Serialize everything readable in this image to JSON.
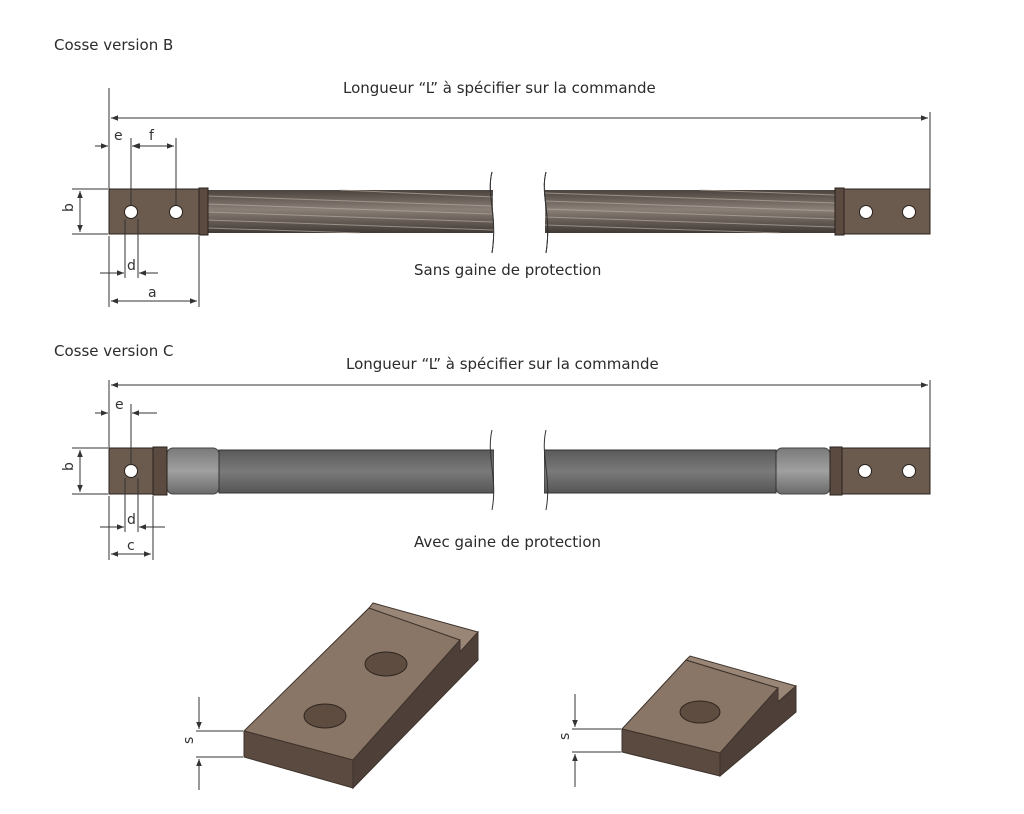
{
  "version_b": {
    "title": "Cosse version B",
    "length_label": "Longueur “L” à spécifier sur la commande",
    "caption": "Sans gaine de protection",
    "dims": {
      "e": "e",
      "f": "f",
      "b": "b",
      "d": "d",
      "a": "a"
    }
  },
  "version_c": {
    "title": "Cosse version C",
    "length_label": "Longueur “L” à spécifier sur la commande",
    "caption": "Avec gaine de protection",
    "dims": {
      "e": "e",
      "b": "b",
      "d": "d",
      "c": "c"
    }
  },
  "lugs_3d": {
    "thickness_label_2hole": "s",
    "thickness_label_1hole": "s"
  },
  "colors": {
    "lug": "#6b5a4e",
    "lug_3d_top": "#8a7666",
    "lug_3d_side": "#5a4a40",
    "cable": "#5e5650",
    "sheath": "#6a6a6a",
    "dimension_line": "#333333"
  }
}
